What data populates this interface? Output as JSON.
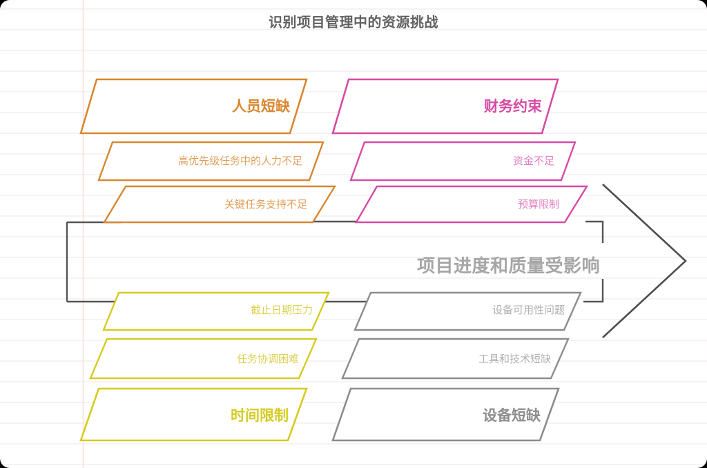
{
  "title": "识别项目管理中的资源挑战",
  "colors": {
    "orange": "#d8862f",
    "orange_light": "#e0a05a",
    "pink": "#d64ba3",
    "pink_light": "#e07ec0",
    "yellow": "#d6cb20",
    "yellow_light": "#dcd253",
    "gray": "#8c8c8c",
    "gray_light": "#b0b0b0",
    "connector": "#555555",
    "arrow_stroke": "#4d4d4d",
    "title_text": "#616161",
    "rule_line": "#f5eeee",
    "margin_line": "#fbdede",
    "background": "#ffffff"
  },
  "center_arrow": {
    "label": "项目进度和质量受影响"
  },
  "groups": [
    {
      "id": "staff-shortage",
      "color_key": "orange",
      "position": "top-left",
      "header": {
        "label": "人员短缺",
        "emphasis": "bold"
      },
      "items": [
        {
          "label": "高优先级任务中的人力不足"
        },
        {
          "label": "关键任务支持不足"
        }
      ]
    },
    {
      "id": "financial-constraints",
      "color_key": "pink",
      "position": "top-right",
      "header": {
        "label": "财务约束",
        "emphasis": "bold"
      },
      "items": [
        {
          "label": "资金不足"
        },
        {
          "label": "预算限制"
        }
      ]
    },
    {
      "id": "time-constraints",
      "color_key": "yellow",
      "position": "bottom-left",
      "header": {
        "label": "时间限制",
        "emphasis": "bold"
      },
      "items": [
        {
          "label": "截止日期压力"
        },
        {
          "label": "任务协调困难"
        }
      ]
    },
    {
      "id": "equipment-shortage",
      "color_key": "gray",
      "position": "bottom-right",
      "header": {
        "label": "设备短缺",
        "emphasis": "bold"
      },
      "items": [
        {
          "label": "设备可用性问题"
        },
        {
          "label": "工具和技术短缺"
        }
      ]
    }
  ]
}
